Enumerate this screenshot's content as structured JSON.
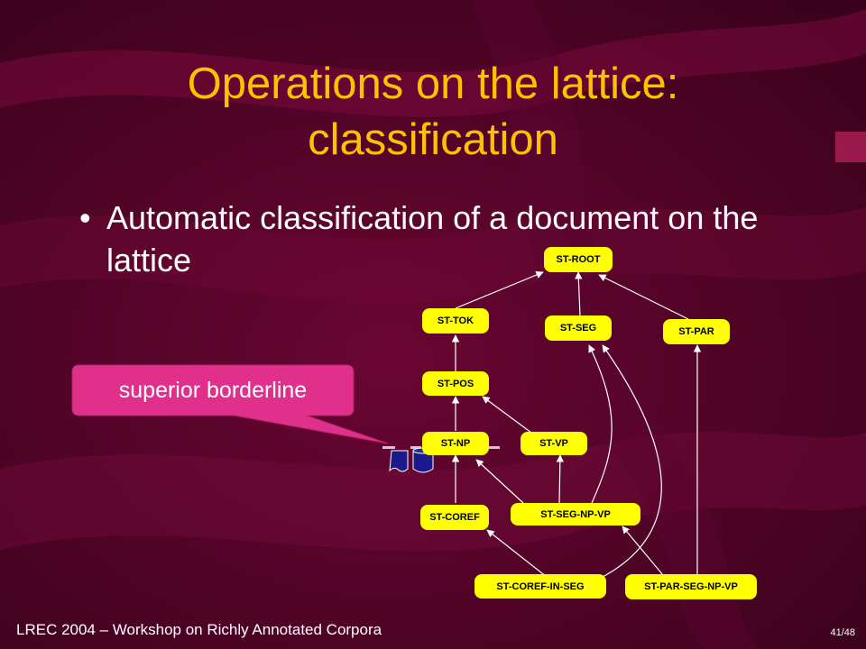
{
  "slide": {
    "title_line1": "Operations on the lattice:",
    "title_line2": "classification",
    "bullet_marker": "•",
    "bullet_text": "Automatic classification of a document on the lattice",
    "callout": "superior borderline",
    "footer": "LREC 2004 – Workshop on Richly Annotated Corpora",
    "page": "41/48"
  },
  "lattice": {
    "nodes": [
      {
        "id": "st-root",
        "label": "ST-ROOT"
      },
      {
        "id": "st-tok",
        "label": "ST-TOK"
      },
      {
        "id": "st-seg",
        "label": "ST-SEG"
      },
      {
        "id": "st-par",
        "label": "ST-PAR"
      },
      {
        "id": "st-pos",
        "label": "ST-POS"
      },
      {
        "id": "st-np",
        "label": "ST-NP"
      },
      {
        "id": "st-vp",
        "label": "ST-VP"
      },
      {
        "id": "st-coref",
        "label": "ST-COREF"
      },
      {
        "id": "st-seg-np-vp",
        "label": "ST-SEG-NP-VP"
      },
      {
        "id": "st-coref-in-seg",
        "label": "ST-COREF-IN-SEG"
      },
      {
        "id": "st-par-seg-np-vp",
        "label": "ST-PAR-SEG-NP-VP"
      }
    ]
  },
  "colors": {
    "title": "#ffc000",
    "node_fill": "#ffff00",
    "callout_fill": "#e0308c",
    "document_icon": "#1a1a8c"
  }
}
